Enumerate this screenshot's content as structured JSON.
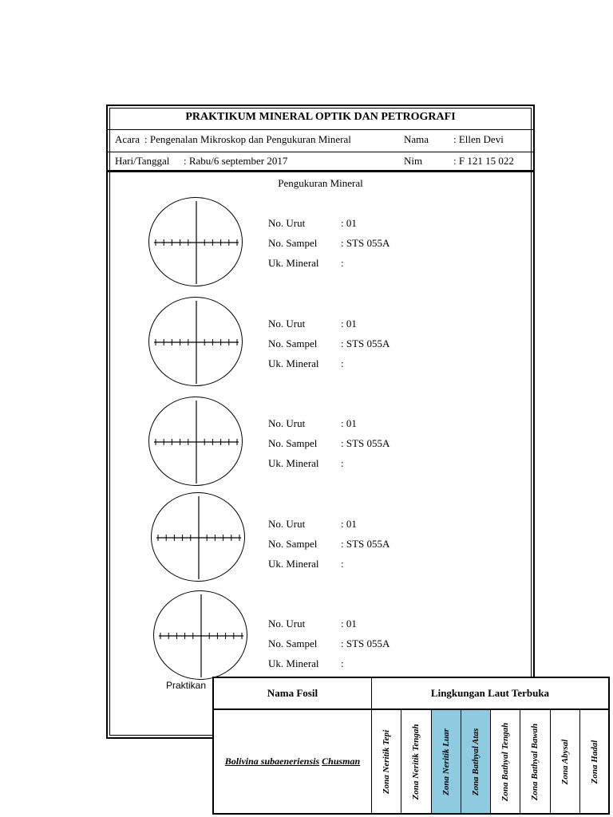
{
  "sheet": {
    "title": "PRAKTIKUM MINERAL OPTIK DAN PETROGRAFI",
    "acara_label": "Acara",
    "acara_value": ": Pengenalan Mikroskop dan Pengukuran Mineral",
    "nama_label": "Nama",
    "nama_value": ":  Ellen Devi",
    "hari_label": "Hari/Tanggal",
    "hari_value": ":  Rabu/6 september 2017",
    "nim_label": "Nim",
    "nim_value": ":  F 121 15 022",
    "section_title": "Pengukuran Mineral",
    "praktikan": "Praktikan"
  },
  "measurements": [
    {
      "urut_label": "No. Urut",
      "urut_value": ":  01",
      "sampel_label": "No. Sampel",
      "sampel_value": ":  STS 055A",
      "uk_label": "Uk. Mineral",
      "uk_value": ":"
    },
    {
      "urut_label": "No. Urut",
      "urut_value": ":  01",
      "sampel_label": "No. Sampel",
      "sampel_value": ":  STS 055A",
      "uk_label": "Uk. Mineral",
      "uk_value": ":"
    },
    {
      "urut_label": "No. Urut",
      "urut_value": ":  01",
      "sampel_label": "No. Sampel",
      "sampel_value": ":  STS 055A",
      "uk_label": "Uk. Mineral",
      "uk_value": ":"
    },
    {
      "urut_label": "No. Urut",
      "urut_value": ":  01",
      "sampel_label": "No. Sampel",
      "sampel_value": ":  STS 055A",
      "uk_label": "Uk. Mineral",
      "uk_value": ":"
    },
    {
      "urut_label": "No. Urut",
      "urut_value": ":  01",
      "sampel_label": "No. Sampel",
      "sampel_value": ":  STS 055A",
      "uk_label": "Uk. Mineral",
      "uk_value": ":"
    }
  ],
  "fossil_table": {
    "col_name_header": "Nama Fosil",
    "col_env_header": "Lingkungan Laut Terbuka",
    "fossil_genus": "Bolivina subaeneriensis",
    "fossil_author": "Chusman",
    "highlight_color": "#8ecae0",
    "zones": [
      {
        "label": "Zona Neritik Tepi",
        "highlight": false
      },
      {
        "label": "Zona Neritik Tengah",
        "highlight": false
      },
      {
        "label": "Zona Neritik Luar",
        "highlight": true
      },
      {
        "label": "Zona Bathyal Atas",
        "highlight": true
      },
      {
        "label": "Zona Bathyal Tengah",
        "highlight": false
      },
      {
        "label": "Zona Bathyal Bawah",
        "highlight": false
      },
      {
        "label": "Zona Abysal",
        "highlight": false
      },
      {
        "label": "Zona Hadal",
        "highlight": false
      }
    ]
  }
}
